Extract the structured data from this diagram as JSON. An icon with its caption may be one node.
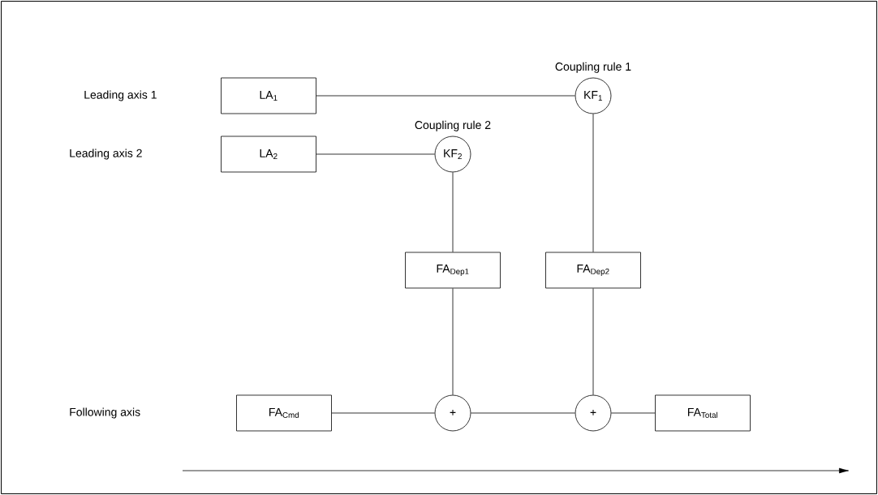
{
  "diagram": {
    "nodes": [
      {
        "text": [
          "LA$_{1}$"
        ]
      },
      {
        "text": [
          "KF$_{1}$"
        ],
        "beside": [
          "Coupling rule 1"
        ]
      },
      {
        "text": [
          "LA$_{2}$"
        ]
      },
      {
        "text": [
          "KF$_{2}$"
        ],
        "beside": [
          "Coupling rule 2"
        ]
      },
      {
        "text": [
          "FA$_{Dep1}$"
        ]
      },
      {
        "text": [
          "FA$_{Dep2}$"
        ]
      },
      {
        "text": [
          "FA$_{Cmd}$"
        ]
      },
      {
        "text": [
          "+"
        ]
      },
      {
        "text": [
          "+"
        ]
      },
      {
        "text": [
          "FA$_{Total}$"
        ]
      }
    ],
    "edges": [
      {
        "from": 0,
        "to": 1,
        "arrow": "none"
      },
      {
        "from": 2,
        "to": 3,
        "arrow": "none"
      },
      {
        "from": 3,
        "to": 4,
        "arrow": "none"
      },
      {
        "from": 1,
        "to": 5,
        "arrow": "none"
      },
      {
        "from": 4,
        "to": 7,
        "arrow": "none"
      },
      {
        "from": 5,
        "to": 8,
        "arrow": "none"
      },
      {
        "from": 6,
        "to": 7,
        "arrow": "none"
      },
      {
        "from": 7,
        "to": 8,
        "arrow": "none"
      },
      {
        "from": 8,
        "to": 9,
        "arrow": "none"
      }
    ],
    "labels": [
      "Leading axis 1",
      "Leading axis 2",
      "Following axis"
    ]
  }
}
